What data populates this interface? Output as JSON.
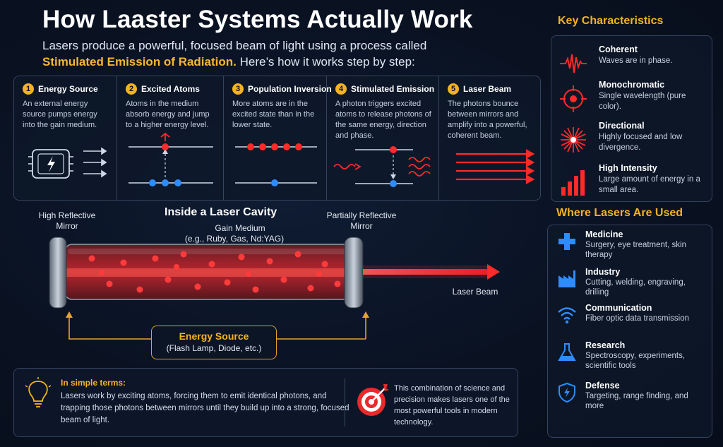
{
  "title": "How Laaster Systems Actually Work",
  "intro": {
    "line1": "Lasers produce a powerful, focused beam of light using a process called",
    "highlight": "Stimulated Emission of Radiation.",
    "line2": " Here’s how it works step by step:"
  },
  "steps": [
    {
      "num": "1",
      "title": "Energy Source",
      "desc": "An external energy source pumps energy into the gain medium."
    },
    {
      "num": "2",
      "title": "Excited Atoms",
      "desc": "Atoms in the medium absorb energy and jump to a higher energy level."
    },
    {
      "num": "3",
      "title": "Population Inversion",
      "desc": "More atoms are in the excited state than in the lower state."
    },
    {
      "num": "4",
      "title": "Stimulated Emission",
      "desc": "A photon triggers excited atoms to release photons of the same energy, direction and phase."
    },
    {
      "num": "5",
      "title": "Laser Beam",
      "desc": "The photons bounce between mirrors and amplify into a powerful, coherent beam."
    }
  ],
  "cavity": {
    "title": "Inside a Laser Cavity",
    "mirror_left": "High Reflective Mirror",
    "mirror_right": "Partially Reflective Mirror",
    "gain_medium": "Gain Medium",
    "gain_examples": "(e.g., Ruby, Gas, Nd:YAG)",
    "beam_label": "Laser Beam",
    "energy_title": "Energy Source",
    "energy_sub": "(Flash Lamp, Diode, etc.)"
  },
  "simple": {
    "heading": "In simple terms:",
    "text": "Lasers work by exciting atoms, forcing them to emit identical photons, and trapping those photons between mirrors until they build up into a strong, focused beam of light.",
    "side_text": "This combination of science and precision makes lasers one of the most powerful tools in modern technology."
  },
  "key_characteristics": {
    "title": "Key Characteristics",
    "items": [
      {
        "name": "Coherent",
        "desc": "Waves are in phase.",
        "icon": "wave-icon"
      },
      {
        "name": "Monochromatic",
        "desc": "Single wavelength (pure color).",
        "icon": "target-icon"
      },
      {
        "name": "Directional",
        "desc": "Highly focused and low divergence.",
        "icon": "burst-icon"
      },
      {
        "name": "High Intensity",
        "desc": "Large amount of energy in a small area.",
        "icon": "bars-icon"
      }
    ]
  },
  "uses": {
    "title": "Where Lasers Are Used",
    "items": [
      {
        "name": "Medicine",
        "desc": "Surgery, eye treatment, skin therapy",
        "icon": "medical-cross-icon"
      },
      {
        "name": "Industry",
        "desc": "Cutting, welding, engraving, drilling",
        "icon": "factory-icon"
      },
      {
        "name": "Communication",
        "desc": "Fiber optic data transmission",
        "icon": "wifi-icon"
      },
      {
        "name": "Research",
        "desc": "Spectroscopy, experiments, scientific tools",
        "icon": "flask-icon"
      },
      {
        "name": "Defense",
        "desc": "Targeting, range finding, and more",
        "icon": "shield-icon"
      }
    ]
  },
  "colors": {
    "accent": "#f5b321",
    "laser": "#ff2a2a",
    "blue": "#2f8cff",
    "panel_border": "#34435e"
  }
}
